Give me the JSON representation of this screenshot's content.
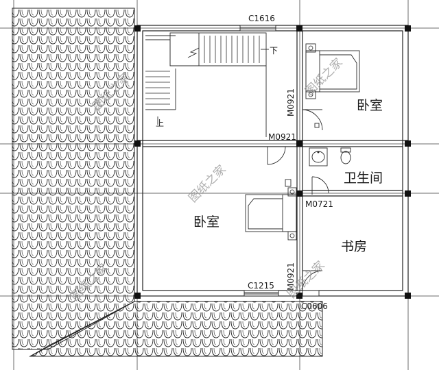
{
  "rooms": {
    "bedroom_top": "卧室",
    "bedroom_main": "卧室",
    "bathroom": "卫生间",
    "study": "书房"
  },
  "openings": {
    "window_top": "C1616",
    "window_bottom": "C1215",
    "window_small": "C0606",
    "door_bedroom_top": "M0921",
    "door_bedroom_main": "M0921",
    "door_bathroom": "M0721",
    "door_study": "M0921"
  },
  "stairs": {
    "down": "下",
    "up": "上"
  },
  "watermark": "图纸之家",
  "colors": {
    "line": "#202020",
    "axis": "#6b6b6b",
    "watermark": "#9a9a9a"
  }
}
